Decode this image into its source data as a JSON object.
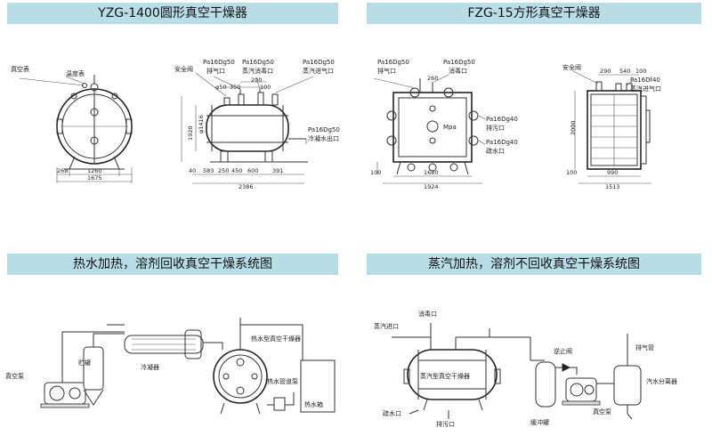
{
  "panels": {
    "p1": {
      "title": "YZG-1400圆形真空干燥器",
      "labels": {
        "vacuum_gauge": "真空表",
        "thermometer": "温度表",
        "safety_valve": "安全阀",
        "exhaust_port": "Pa16Dg50\n排气口",
        "steam_drain": "Pa16Dg50\n蒸汽消毒口",
        "steam_inlet": "Pa16Dg50\n蒸汽进气口",
        "cooling_outlet": "Pa16Dg50\n冷凝水出口"
      },
      "dims_front": [
        "268",
        "1260",
        "1675"
      ],
      "dims_side": {
        "top": [
          "φ50",
          "350",
          "200",
          "100"
        ],
        "top2": "200",
        "vertical": [
          "1920",
          "φ1416"
        ],
        "bottom_row": [
          "40",
          "583",
          "250",
          "450",
          "600",
          "391"
        ],
        "bottom_total": "2386"
      }
    },
    "p2": {
      "title": "FZG-15方形真空干燥器",
      "labels": {
        "exhaust_port": "Pa16Dg50\n排气口",
        "steam_drain": "Pa16Dg50\n消毒口",
        "drain": "Pa16Dg40\n排污口",
        "outlet": "Pa16Dg40\n疏水口",
        "gauge_label": "Mpa",
        "safety_valve": "安全阀",
        "steam_inlet": "Pa16Df40\n蒸汽进气口"
      },
      "dims_front": [
        "260",
        "100",
        "1680",
        "1924"
      ],
      "dims_side": [
        "290",
        "540",
        "100",
        "2000",
        "100",
        "990",
        "1513"
      ]
    },
    "p3": {
      "title": "热水加热，溶剂回收真空干燥系统图",
      "labels": {
        "dryer": "热水型真空干燥器",
        "condenser": "冷凝器",
        "receiver": "贮罐",
        "vacuum_pump": "真空泵",
        "hot_water_pump": "热水管道泵",
        "hot_water_tank": "热水箱"
      }
    },
    "p4": {
      "title": "蒸汽加热，溶剂不回收真空干燥系统图",
      "labels": {
        "disinfect_port": "消毒口",
        "steam_inlet": "蒸汽进口",
        "dryer": "蒸汽型真空干燥器",
        "check_valve": "逆止阀",
        "exhaust_pipe": "排气管",
        "water_separator": "汽水分离器",
        "buffer_tank": "缓冲罐",
        "vacuum_pump": "真空泵",
        "drain_port": "疏水口",
        "sewage_port": "排污口"
      }
    }
  }
}
